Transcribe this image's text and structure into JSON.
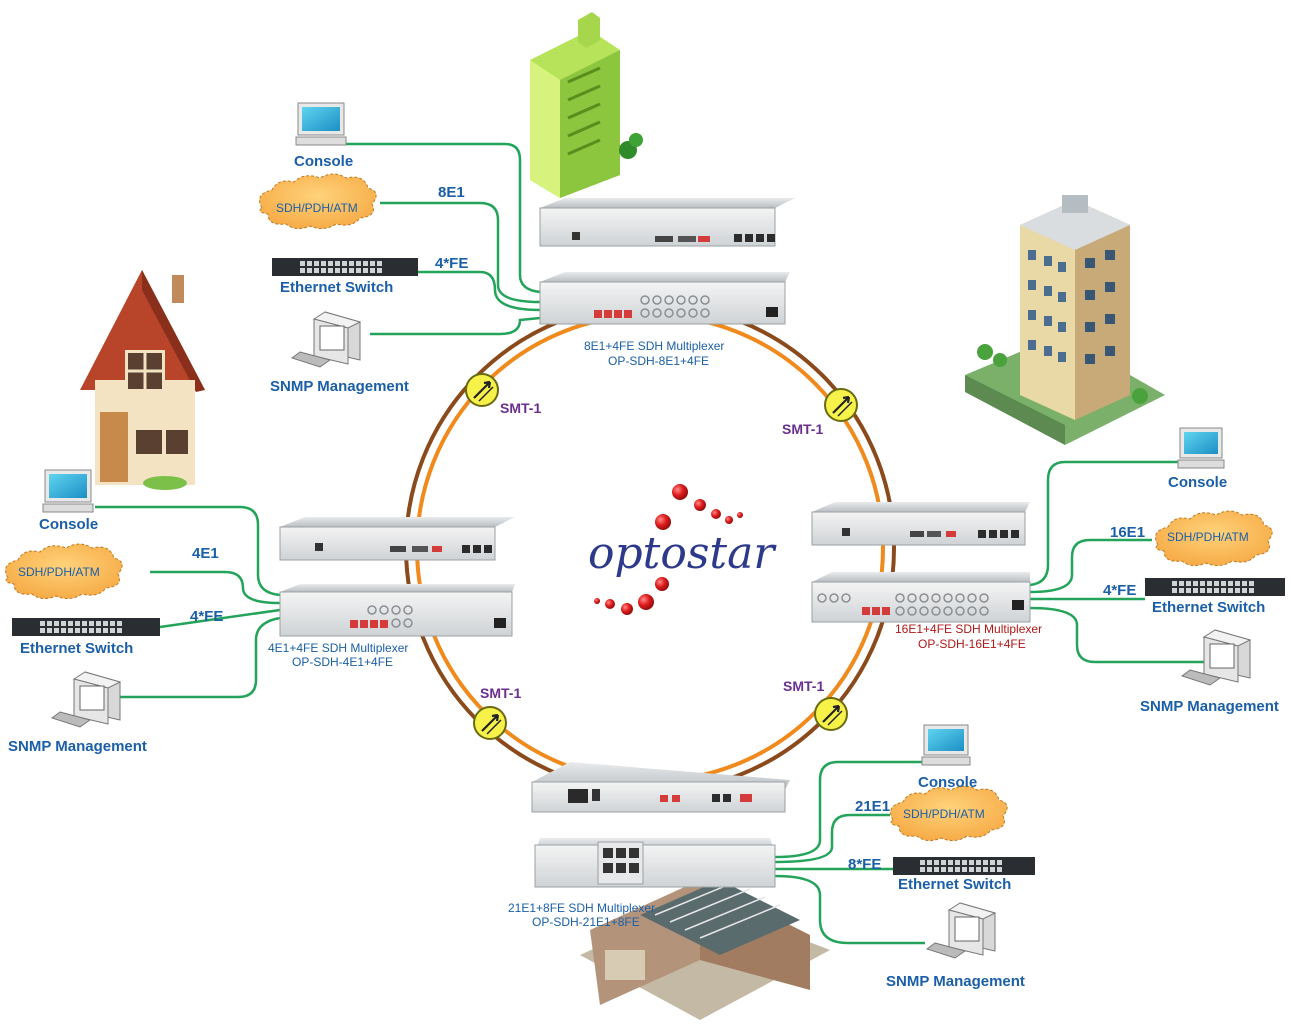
{
  "logo": {
    "text": "optostar"
  },
  "ring": {
    "link_label": "SMT-1"
  },
  "nodes": {
    "top": {
      "mux_line1": "8E1+4FE  SDH Multiplexer",
      "mux_line2": "OP-SDH-8E1+4FE",
      "console": "Console",
      "cloud": "SDH/PDH/ATM",
      "e1": "8E1",
      "fe": "4*FE",
      "switch": "Ethernet Switch",
      "snmp": "SNMP Management"
    },
    "left": {
      "mux_line1": "4E1+4FE  SDH Multiplexer",
      "mux_line2": "OP-SDH-4E1+4FE",
      "console": "Console",
      "cloud": "SDH/PDH/ATM",
      "e1": "4E1",
      "fe": "4*FE",
      "switch": "Ethernet Switch",
      "snmp": "SNMP Management"
    },
    "right": {
      "mux_line1": "16E1+4FE  SDH Multiplexer",
      "mux_line2": "OP-SDH-16E1+4FE",
      "console": "Console",
      "cloud": "SDH/PDH/ATM",
      "e1": "16E1",
      "fe": "4*FE",
      "switch": "Ethernet Switch",
      "snmp": "SNMP Management"
    },
    "bottom": {
      "mux_line1": "21E1+8FE  SDH Multiplexer",
      "mux_line2": "OP-SDH-21E1+8FE",
      "console": "Console",
      "cloud": "SDH/PDH/ATM",
      "e1": "21E1",
      "fe": "8*FE",
      "switch": "Ethernet Switch",
      "snmp": "SNMP Management"
    }
  },
  "colors": {
    "ring_outer": "#8b4a1c",
    "ring_inner": "#f08a1c",
    "link_green": "#23a45a",
    "label_blue": "#1a5fa8",
    "smt_purple": "#6b2f8f",
    "logo_navy": "#2d3a8c",
    "logo_red": "#d01f1f"
  }
}
